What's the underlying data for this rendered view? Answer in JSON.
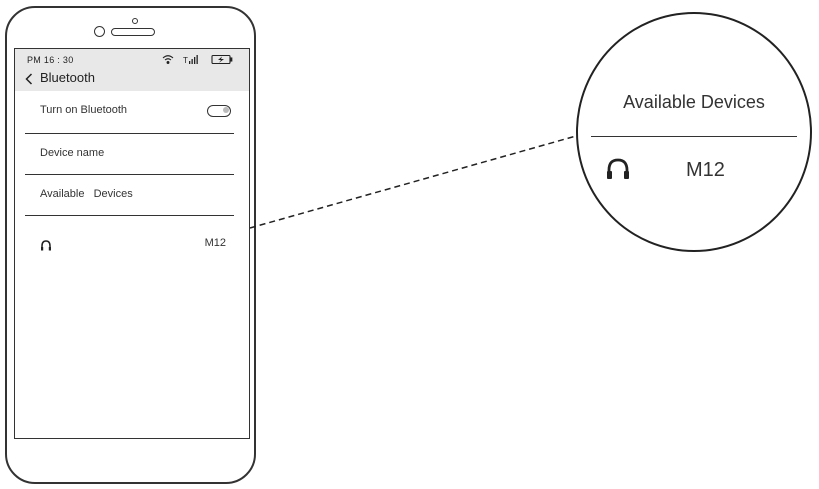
{
  "status_bar": {
    "time": "PM 16 : 30",
    "icons": [
      "wifi-icon",
      "signal-icon",
      "battery-charging-icon"
    ]
  },
  "nav": {
    "back_icon": "chevron-left-icon",
    "title": "Bluetooth"
  },
  "settings": {
    "turn_on_label": "Turn on Bluetooth",
    "toggle_state": "off",
    "device_name_label": "Device name",
    "available_label": "Available   Devices"
  },
  "device": {
    "icon": "headphones-icon",
    "name": "M12"
  },
  "zoom": {
    "heading": "Available Devices",
    "icon": "headphones-icon",
    "device_name": "M12"
  }
}
